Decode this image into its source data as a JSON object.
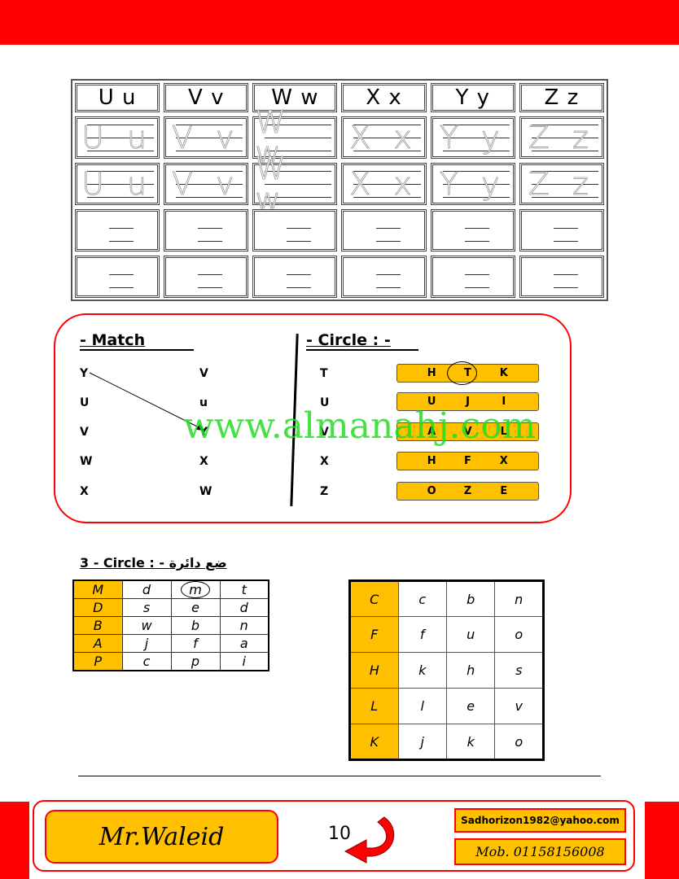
{
  "letters": {
    "headers": [
      "U u",
      "V v",
      "W w",
      "X x",
      "Y y",
      "Z z"
    ],
    "trace": [
      "U u",
      "V v",
      "W w",
      "X x",
      "Y y",
      "Z z"
    ]
  },
  "match": {
    "title": "- Match",
    "left": [
      "Y",
      "U",
      "V",
      "W",
      "X"
    ],
    "right": [
      "V",
      "u",
      "Y",
      "X",
      "W"
    ]
  },
  "circle": {
    "title": "- Circle : -",
    "targets": [
      "T",
      "U",
      "V",
      "X",
      "Z"
    ],
    "options": [
      [
        "H",
        "T",
        "K"
      ],
      [
        "U",
        "J",
        "I"
      ],
      [
        "A",
        "V",
        "L"
      ],
      [
        "H",
        "F",
        "X"
      ],
      [
        "O",
        "Z",
        "E"
      ]
    ]
  },
  "watermark": "www.almanahj.com",
  "section3": {
    "title": "3 - Circle : -  ضع دائرة",
    "table1": [
      [
        "M",
        "d",
        "m",
        "t"
      ],
      [
        "D",
        "s",
        "e",
        "d"
      ],
      [
        "B",
        "w",
        "b",
        "n"
      ],
      [
        "A",
        "j",
        "f",
        "a"
      ],
      [
        "P",
        "c",
        "p",
        "i"
      ]
    ],
    "table2": [
      [
        "C",
        "c",
        "b",
        "n"
      ],
      [
        "F",
        "f",
        "u",
        "o"
      ],
      [
        "H",
        "k",
        "h",
        "s"
      ],
      [
        "L",
        "l",
        "e",
        "v"
      ],
      [
        "K",
        "j",
        "k",
        "o"
      ]
    ]
  },
  "footer": {
    "name": "Mr.Waleid",
    "page": "10",
    "email": "Sadhorizon1982@yahoo.com",
    "mobile": "Mob. 01158156008"
  },
  "colors": {
    "red": "#ff0000",
    "orange": "#ffc000",
    "watermark": "#22dd22"
  }
}
